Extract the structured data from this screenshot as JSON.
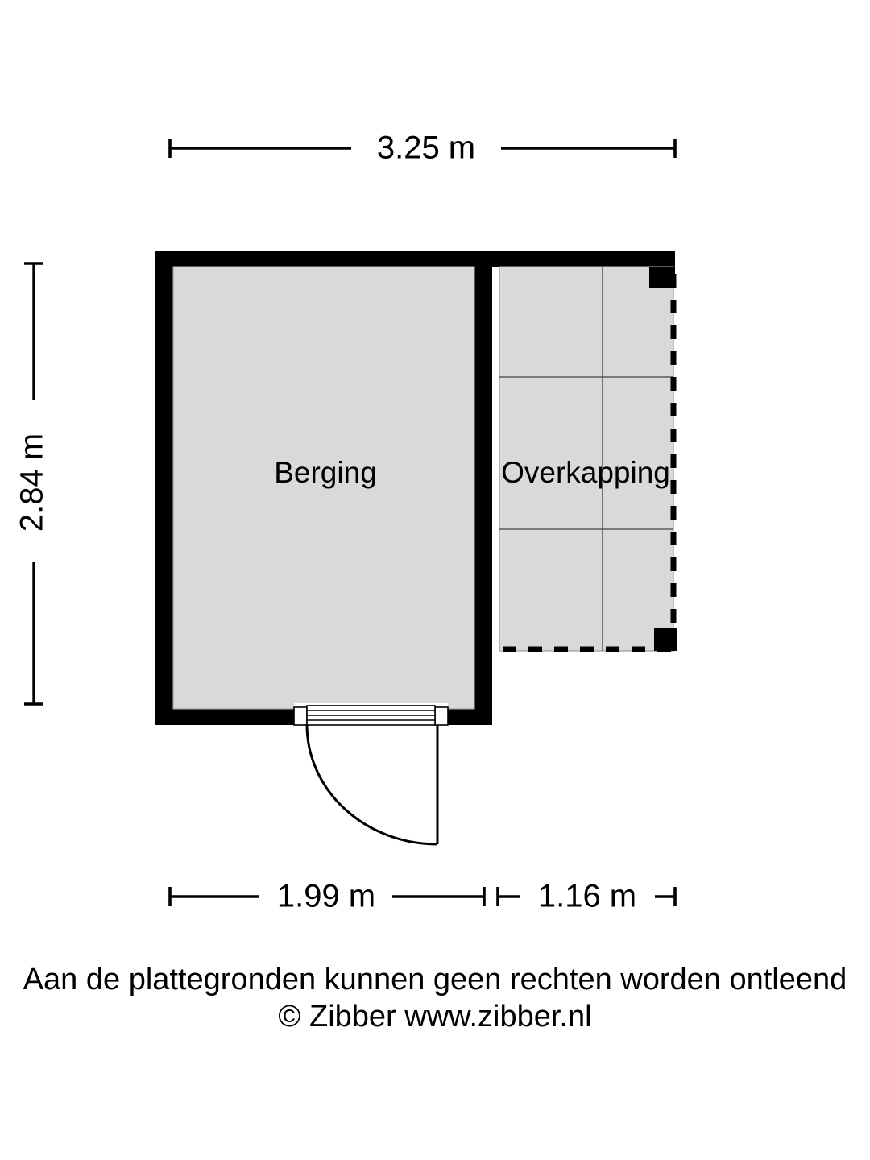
{
  "plan": {
    "title": "Berging / Overkapping floor plan",
    "rooms": [
      {
        "name": "Berging",
        "label": "Berging"
      },
      {
        "name": "Overkapping",
        "label": "Overkapping"
      }
    ],
    "dimensions": {
      "top": "3.25 m",
      "left": "2.84 m",
      "bottom_left": "1.99 m",
      "bottom_right": "1.16 m"
    },
    "colors": {
      "wall": "#000000",
      "room_fill": "#d9d9d9",
      "grid_line": "#5a5a5a",
      "background": "#ffffff",
      "text": "#000000"
    }
  },
  "footer": {
    "line1": "Aan de plattegronden kunnen geen rechten worden ontleend",
    "line2": "© Zibber www.zibber.nl"
  }
}
